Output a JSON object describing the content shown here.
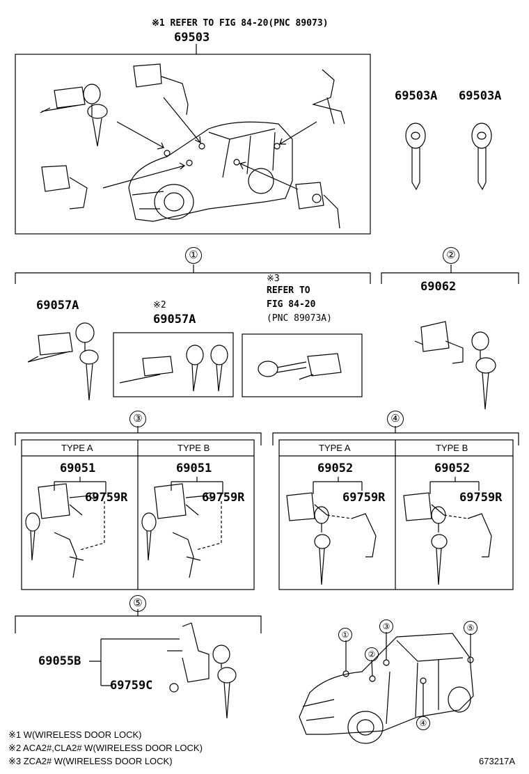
{
  "header": {
    "note_ref": "※1 REFER TO FIG 84-20(PNC 89073)",
    "main_part": "69503"
  },
  "keys_top": {
    "left": "69503A",
    "right": "69503A"
  },
  "section1": {
    "circle": "①",
    "part_left": "69057A",
    "middle_note": "※2",
    "middle_part": "69057A",
    "right_note_mark": "※3",
    "right_note_line1": "REFER TO",
    "right_note_line2": "FIG 84-20",
    "right_note_line3": "(PNC 89073A)"
  },
  "section2": {
    "circle": "②",
    "part": "69062"
  },
  "section3": {
    "circle": "③",
    "type_a": {
      "label": "TYPE A",
      "part": "69051",
      "sub": "69759R"
    },
    "type_b": {
      "label": "TYPE B",
      "part": "69051",
      "sub": "69759R"
    }
  },
  "section4": {
    "circle": "④",
    "type_a": {
      "label": "TYPE A",
      "part": "69052",
      "sub": "69759R"
    },
    "type_b": {
      "label": "TYPE B",
      "part": "69052",
      "sub": "69759R"
    }
  },
  "section5": {
    "circle": "⑤",
    "part_a": "69055B",
    "part_b": "69759C"
  },
  "locator": {
    "c1": "①",
    "c2": "②",
    "c3": "③",
    "c4": "④",
    "c5": "⑤"
  },
  "footnotes": {
    "n1": "※1 W(WIRELESS DOOR LOCK)",
    "n2": "※2 ACA2#,CLA2# W(WIRELESS DOOR LOCK)",
    "n3": "※3 ZCA2# W(WIRELESS DOOR LOCK)"
  },
  "figure_id": "673217A"
}
